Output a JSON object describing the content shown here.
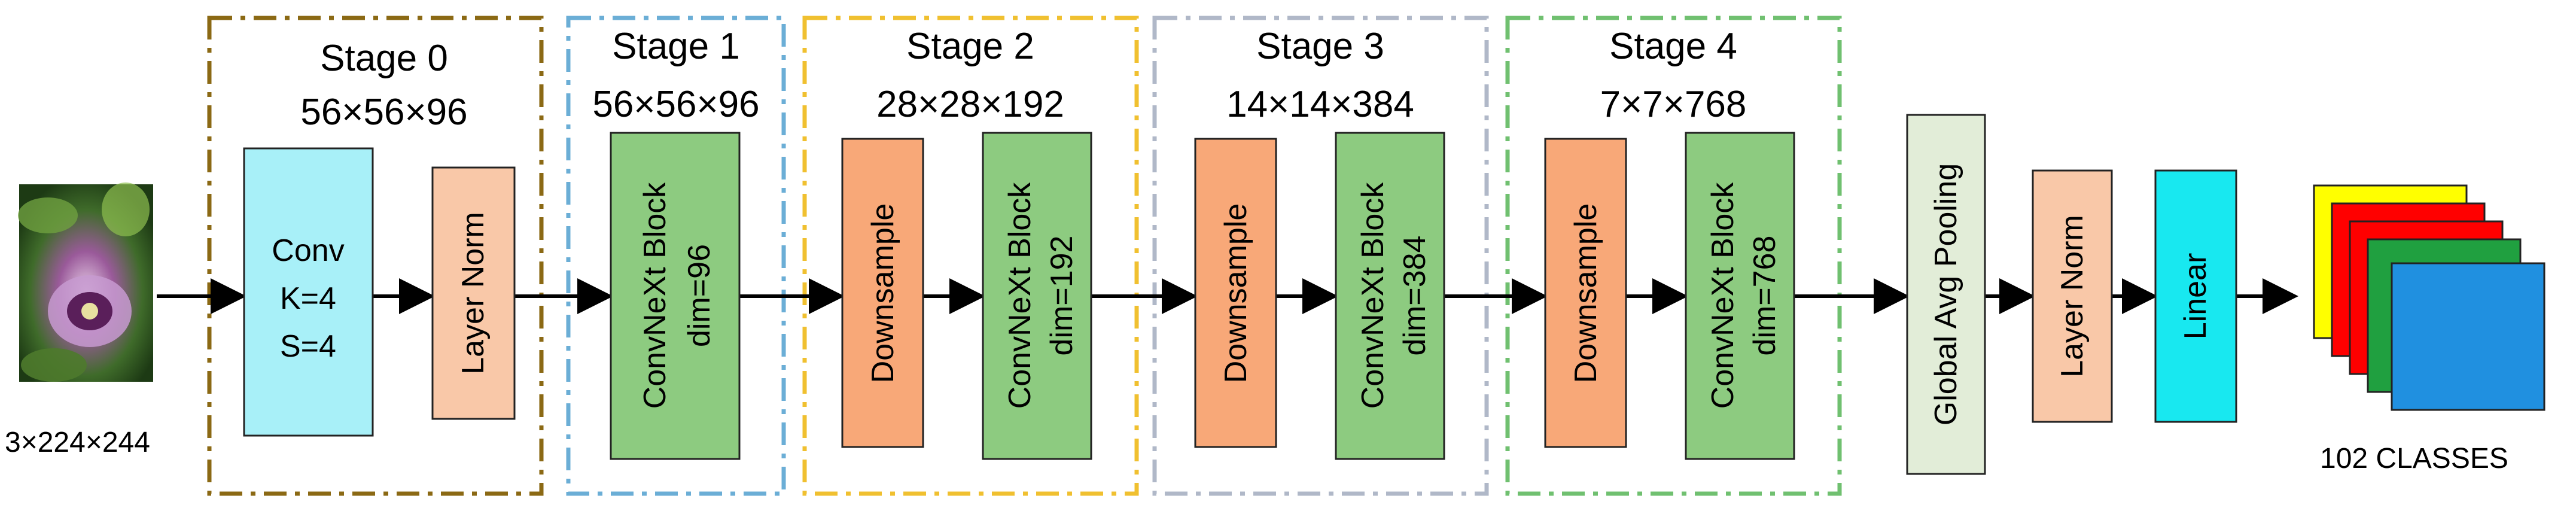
{
  "input": {
    "dims": "3×224×244"
  },
  "stages": [
    {
      "title": "Stage 0",
      "dims": "56×56×96",
      "color": "#8B6914"
    },
    {
      "title": "Stage 1",
      "dims": "56×56×96",
      "color": "#6BAED6"
    },
    {
      "title": "Stage 2",
      "dims": "28×28×192",
      "color": "#F0C030"
    },
    {
      "title": "Stage 3",
      "dims": "14×14×384",
      "color": "#B0B8C8"
    },
    {
      "title": "Stage 4",
      "dims": "7×7×768",
      "color": "#70C070"
    }
  ],
  "blocks": {
    "conv": {
      "line1": "Conv",
      "line2": "K=4",
      "line3": "S=4"
    },
    "layer_norm_0": {
      "label": "Layer Norm"
    },
    "convnext_1": {
      "line1": "ConvNeXt Block",
      "line2": "dim=96"
    },
    "downsample_2": {
      "label": "Downsample"
    },
    "convnext_2": {
      "line1": "ConvNeXt Block",
      "line2": "dim=192"
    },
    "downsample_3": {
      "label": "Downsample"
    },
    "convnext_3": {
      "line1": "ConvNeXt Block",
      "line2": "dim=384"
    },
    "downsample_4": {
      "label": "Downsample"
    },
    "convnext_4": {
      "line1": "ConvNeXt Block",
      "line2": "dim=768"
    },
    "gap": {
      "label": "Global Avg Pooling"
    },
    "layer_norm_final": {
      "label": "Layer Norm"
    },
    "linear": {
      "label": "Linear"
    }
  },
  "output": {
    "label": "102 CLASSES"
  },
  "colors": {
    "conv": "#A8F0F8",
    "layer_norm": "#F9C8A8",
    "convnext": "#8DCB80",
    "downsample": "#F8A878",
    "gap": "#E2EDD8",
    "linear": "#18E8F0",
    "output_layers": [
      "#FFFF00",
      "#FF0000",
      "#FF0000",
      "#20A040",
      "#2090E0"
    ]
  }
}
